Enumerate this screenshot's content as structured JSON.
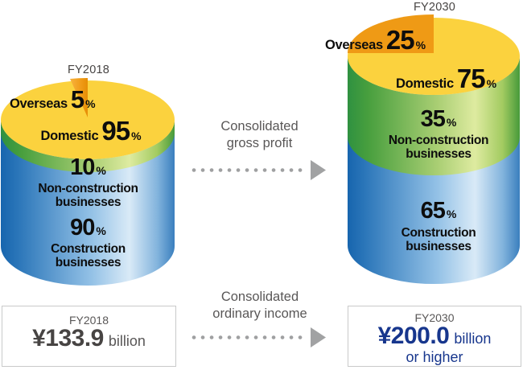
{
  "fy2018_chart": {
    "title": "FY2018",
    "overseas_label": "Overseas",
    "overseas_value": "5",
    "domestic_label": "Domestic",
    "domestic_value": "95",
    "non_construction_value": "10",
    "non_construction_line1": "Non-construction",
    "non_construction_line2": "businesses",
    "construction_value": "90",
    "construction_line1": "Construction",
    "construction_line2": "businesses",
    "percent": "%"
  },
  "fy2030_chart": {
    "title": "FY2030",
    "overseas_label": "Overseas",
    "overseas_value": "25",
    "domestic_label": "Domestic",
    "domestic_value": "75",
    "non_construction_value": "35",
    "non_construction_line1": "Non-construction",
    "non_construction_line2": "businesses",
    "construction_value": "65",
    "construction_line1": "Construction",
    "construction_line2": "businesses",
    "percent": "%"
  },
  "gross_profit_arrow": {
    "line1": "Consolidated",
    "line2": "gross profit"
  },
  "ordinary_income_arrow": {
    "line1": "Consolidated",
    "line2": "ordinary income"
  },
  "fy2018_box": {
    "title": "FY2018",
    "currency_value": "¥133.9",
    "unit": "billion"
  },
  "fy2030_box": {
    "title": "FY2030",
    "currency_value": "¥200.0",
    "unit": "billion",
    "qualifier": "or higher"
  },
  "colors": {
    "pie_yellow": "#FBD23E",
    "slice_orange": "#EF9A15",
    "cylinder_blue_dark": "#1765AE",
    "cylinder_blue_light": "#D9EAF7",
    "band_green_dark": "#2F9140",
    "band_green_light": "#DEEBA0",
    "value_blue": "#17368D",
    "text_gray": "#595757",
    "arrow_gray": "#9FA0A1",
    "box_border": "#C9CACA"
  },
  "chart_data": [
    {
      "type": "pie",
      "title": "FY2018 consolidated gross profit by region",
      "categories": [
        "Domestic",
        "Overseas"
      ],
      "values": [
        95,
        5
      ],
      "unit": "%"
    },
    {
      "type": "pie",
      "title": "FY2018 consolidated gross profit by business",
      "categories": [
        "Construction businesses",
        "Non-construction businesses"
      ],
      "values": [
        90,
        10
      ],
      "unit": "%"
    },
    {
      "type": "pie",
      "title": "FY2030 consolidated gross profit by region",
      "categories": [
        "Domestic",
        "Overseas"
      ],
      "values": [
        75,
        25
      ],
      "unit": "%"
    },
    {
      "type": "pie",
      "title": "FY2030 consolidated gross profit by business",
      "categories": [
        "Construction businesses",
        "Non-construction businesses"
      ],
      "values": [
        65,
        35
      ],
      "unit": "%"
    },
    {
      "type": "table",
      "title": "Consolidated ordinary income",
      "categories": [
        "FY2018",
        "FY2030"
      ],
      "values": [
        "¥133.9 billion",
        "¥200.0 billion or higher"
      ]
    }
  ]
}
